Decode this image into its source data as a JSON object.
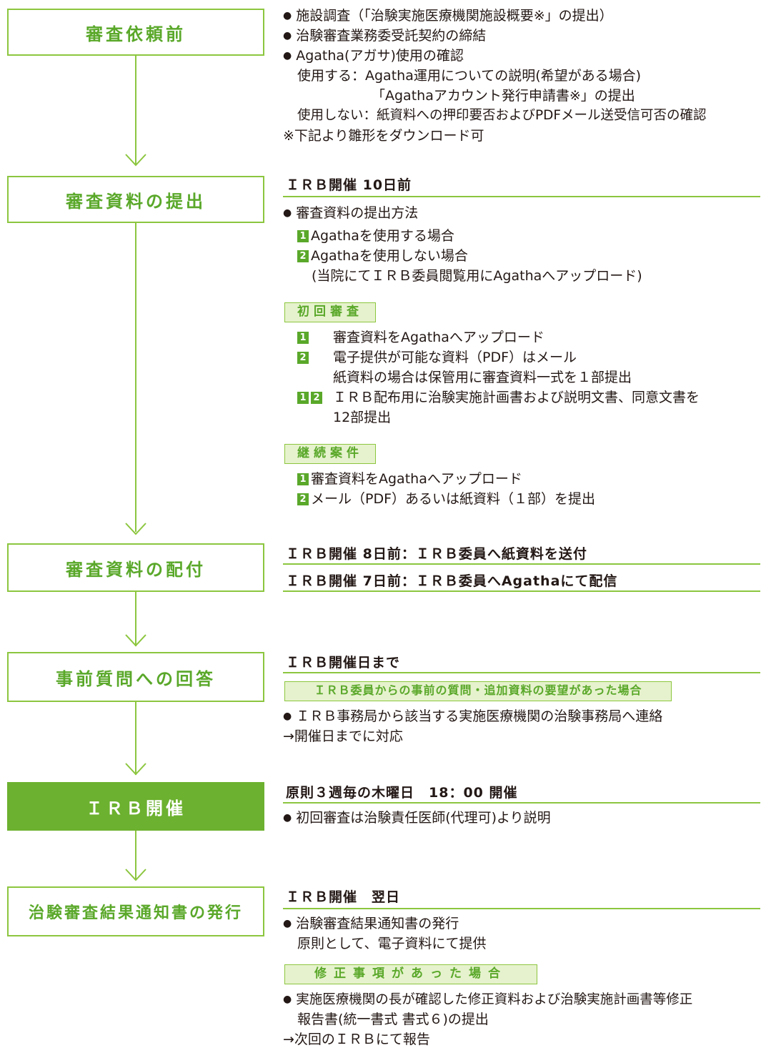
{
  "stages": [
    {
      "label": "審査依頼前"
    },
    {
      "label": "審査資料の提出"
    },
    {
      "label": "審査資料の配付"
    },
    {
      "label": "事前質問への回答"
    },
    {
      "label": "ＩＲＢ開催"
    },
    {
      "label": "治験審査結果通知書の発行"
    }
  ],
  "s1": {
    "item1": "施設調査（「治験実施医療機関施設概要※」の提出）",
    "item2": "治験審査業務委受託契約の締結",
    "item3": "Agatha(アガサ)使用の確認",
    "use_line1": "使用する：Agatha運用についての説明(希望がある場合)",
    "use_line2": "「Agathaアカウント発行申請書※」の提出",
    "notuse_line": "使用しない：紙資料への押印要否およびPDFメール送受信可否の確認",
    "note": "※下記より雛形をダウンロード可"
  },
  "s2": {
    "header": "ＩＲＢ開催 10日前",
    "bullet": "審査資料の提出方法",
    "opt1": "Agathaを使用する場合",
    "opt2": "Agathaを使用しない場合",
    "opt2_note": "(当院にてＩＲＢ委員閲覧用にAgathaへアップロード)",
    "tag_initial": "初回審査",
    "init1": "審査資料をAgathaへアップロード",
    "init2a": "電子提供が可能な資料（PDF）はメール",
    "init2b": "紙資料の場合は保管用に審査資料一式を１部提出",
    "init12a": "ＩＲＢ配布用に治験実施計画書および説明文書、同意文書を",
    "init12b": "12部提出",
    "tag_cont": "継続案件",
    "cont1": "審査資料をAgathaへアップロード",
    "cont2": "メール（PDF）あるいは紙資料（１部）を提出"
  },
  "s3": {
    "line1": "ＩＲＢ開催 8日前：ＩＲＢ委員へ紙資料を送付",
    "line2": "ＩＲＢ開催 7日前：ＩＲＢ委員へAgathaにて配信"
  },
  "s4": {
    "header": "ＩＲＢ開催日まで",
    "tag": "ＩＲＢ委員からの事前の質問・追加資料の要望があった場合",
    "bullet": "ＩＲＢ事務局から該当する実施医療機関の治験事務局へ連絡",
    "arrow_line": "→開催日までに対応"
  },
  "s5": {
    "header": "原則３週毎の木曜日　18：00 開催",
    "bullet": "初回審査は治験責任医師(代理可)より説明"
  },
  "s6": {
    "header": "ＩＲＢ開催　翌日",
    "bullet": "治験審査結果通知書の発行",
    "line2": "原則として、電子資料にて提供",
    "tag": "修正事項があった場合",
    "bullet2a": "実施医療機関の長が確認した修正資料および治験実施計画書等修正",
    "bullet2b": "報告書(統一書式 書式６)の提出",
    "arrow_line": "→次回のＩＲＢにて報告"
  },
  "numbers": {
    "one": "1",
    "two": "2"
  },
  "bullet_glyph": "●",
  "colors": {
    "accent": "#8cc63f",
    "accent_dark": "#5aa82a",
    "filled": "#6cb12f",
    "tag_bg": "#e6f2cd"
  }
}
